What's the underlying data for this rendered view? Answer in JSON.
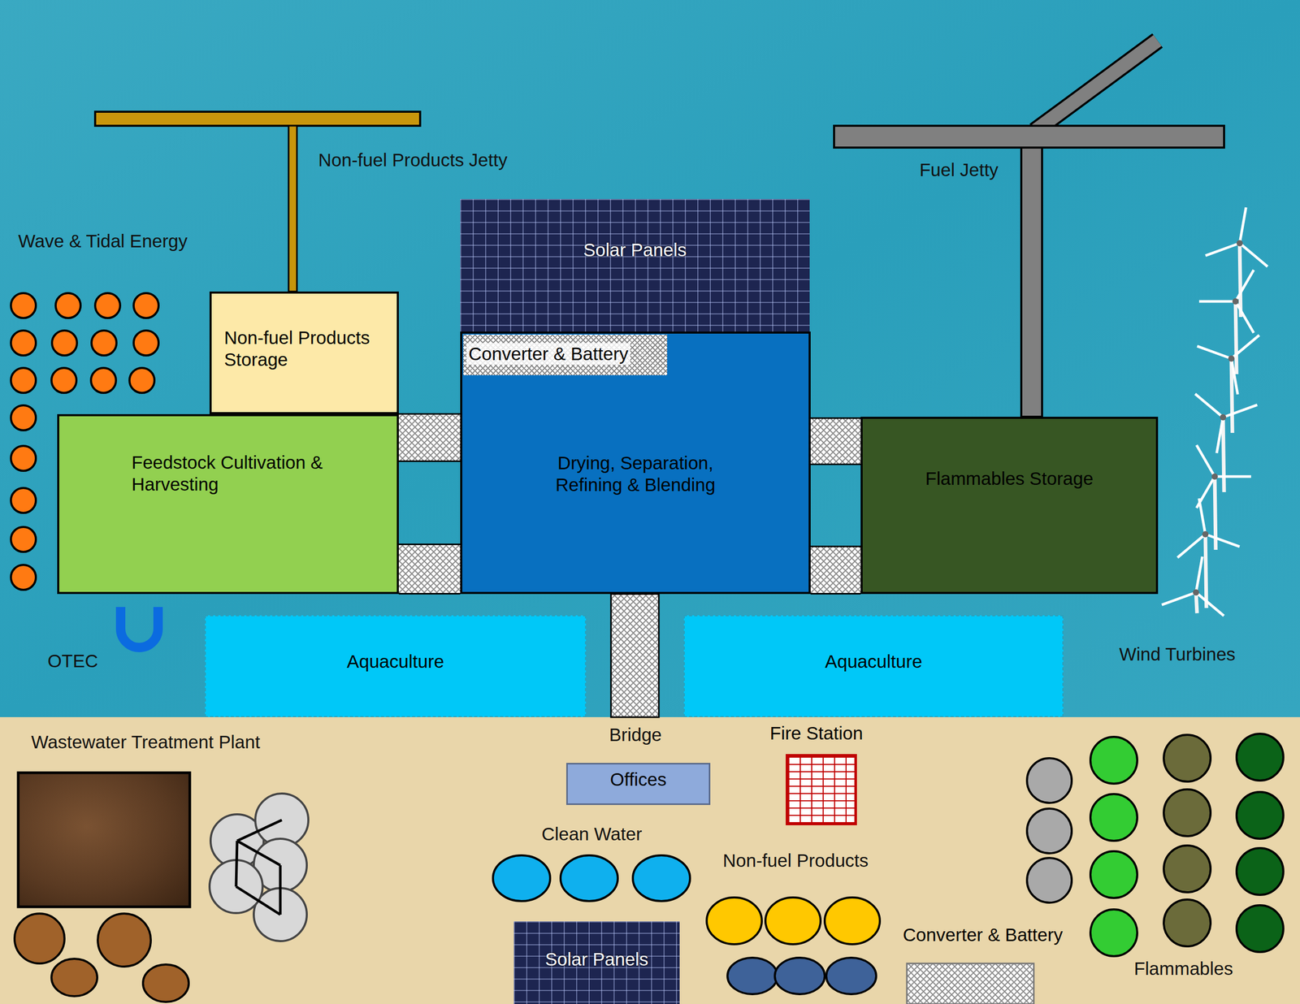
{
  "diagram": {
    "nodes": [
      {
        "text": [
          "Solar Panels"
        ]
      },
      {
        "text": [
          "Non-fuel Products Storage"
        ]
      },
      {
        "text": [
          "Drying, Separation, Refining & Blending"
        ]
      },
      {
        "text": [
          "Converter & Battery"
        ],
        "in": 2
      },
      {
        "text": [
          "Feedstock Cultivation & Harvesting"
        ]
      },
      {
        "text": [
          "Flammables Storage"
        ]
      },
      {
        "text": [
          "Aquaculture"
        ]
      },
      {
        "text": [
          "Aquaculture"
        ]
      },
      {
        "text": [
          "Offices"
        ]
      },
      {
        "text": [
          "Fire Station"
        ]
      },
      {
        "text": [
          "Solar Panels"
        ]
      },
      {
        "text": [
          "Converter & Battery"
        ]
      }
    ],
    "edges": [
      {
        "from": 4,
        "to": 2,
        "arrow": "none"
      },
      {
        "from": 4,
        "to": 2,
        "arrow": "none"
      },
      {
        "from": 2,
        "to": 5,
        "arrow": "none"
      },
      {
        "from": 2,
        "to": 5,
        "arrow": "none"
      }
    ],
    "labels": [
      "Non-fuel Products Jetty",
      "Fuel Jetty",
      "Wave & Tidal Energy",
      "OTEC",
      "Wind Turbines",
      "Bridge",
      "Wastewater Treatment Plant",
      "Clean Water",
      "Non-fuel Products",
      "Flammables"
    ]
  }
}
